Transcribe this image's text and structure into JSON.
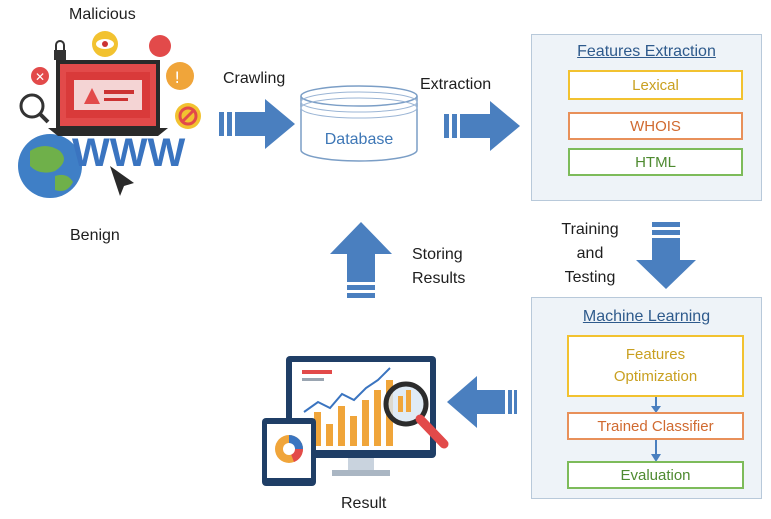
{
  "sources": {
    "malicious_label": "Malicious",
    "benign_label": "Benign"
  },
  "flow": {
    "crawling_label": "Crawling",
    "extraction_label": "Extraction",
    "training_line1": "Training",
    "training_line2": "and",
    "training_line3": "Testing",
    "storing_line1": "Storing",
    "storing_line2": "Results"
  },
  "database": {
    "label": "Database"
  },
  "features_extraction": {
    "title": "Features Extraction",
    "items": [
      "Lexical",
      "WHOIS",
      "HTML"
    ]
  },
  "machine_learning": {
    "title": "Machine Learning",
    "optimization_line1": "Features",
    "optimization_line2": "Optimization",
    "classifier": "Trained Classifier",
    "evaluation": "Evaluation"
  },
  "result": {
    "label": "Result"
  },
  "colors": {
    "arrow_blue": "#4a7fbf",
    "panel_bg": "#eef3f8",
    "lexical_border": "#f2c230",
    "whois_border": "#e8905a",
    "html_border": "#7dbb5a",
    "optimization_border": "#f2c230",
    "classifier_border": "#e8905a",
    "evaluation_border": "#7dbb5a",
    "title_blue": "#2e5a8c"
  }
}
